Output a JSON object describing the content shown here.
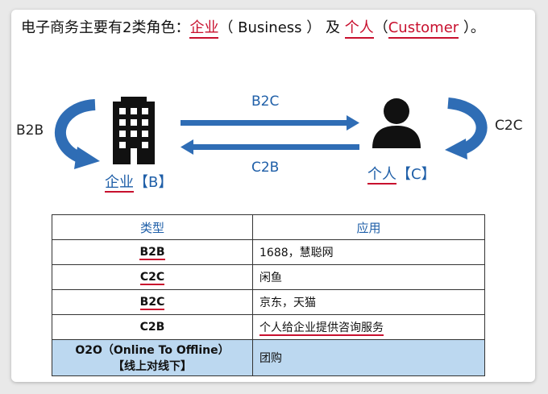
{
  "heading": {
    "prefix": "电子商务主要有2类角色：",
    "business_cn": "企业",
    "business_en": "（ Business ）",
    "and": " 及 ",
    "customer_cn": "个人",
    "customer_en_open": "（",
    "customer_en": "Customer",
    "customer_en_close": " ）。"
  },
  "diagram": {
    "b2b": "B2B",
    "c2c": "C2C",
    "b2c": "B2C",
    "c2b": "C2B",
    "enterprise_cn": "企业",
    "enterprise_tag": "【B】",
    "person_cn": "个人",
    "person_tag": "【C】",
    "colors": {
      "arrow": "#2f6db5",
      "icon": "#111111",
      "text": "#1f5fa8"
    }
  },
  "table": {
    "headers": [
      "类型",
      "应用"
    ],
    "rows": [
      {
        "type": "B2B",
        "app": "1688，慧聪网"
      },
      {
        "type": "C2C",
        "app": "闲鱼"
      },
      {
        "type": "B2C",
        "app": "京东，天猫"
      },
      {
        "type": "C2B",
        "app": "个人给企业提供咨询服务"
      }
    ],
    "o2o": {
      "type_line1": "O2O（Online To Offline）",
      "type_line2": "【线上对线下】",
      "app": "团购"
    }
  }
}
